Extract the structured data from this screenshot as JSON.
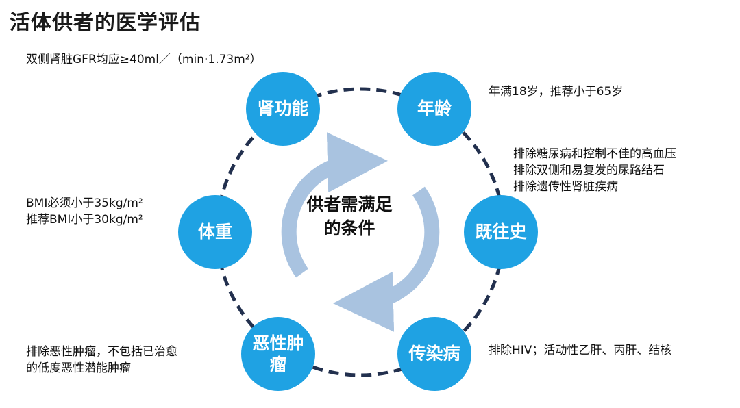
{
  "title": "活体供者的医学评估",
  "center": {
    "line1": "供者需满足",
    "line2": "的条件"
  },
  "colors": {
    "node": "#1fa2e3",
    "dash": "#22304e",
    "arrow": "#a9c3e0"
  },
  "nodes": {
    "kidney": "肾功能",
    "age": "年龄",
    "history": "既往史",
    "infection": "传染病",
    "tumor": "恶性肿瘤",
    "weight": "体重"
  },
  "descriptions": {
    "kidney": [
      "双侧肾脏GFR均应≥40ml／（min·1.73m²）"
    ],
    "age": [
      "年满18岁，推荐小于65岁"
    ],
    "history": [
      "排除糖尿病和控制不佳的高血压",
      "排除双侧和易复发的尿路结石",
      "排除遗传性肾脏疾病"
    ],
    "weight": [
      "BMI必须小于35kg/m²",
      "推荐BMI小于30kg/m²"
    ],
    "tumor": [
      "排除恶性肿瘤，不包括已治愈",
      "的低度恶性潜能肿瘤"
    ],
    "infection": [
      "排除HIV；活动性乙肝、丙肝、结核"
    ]
  }
}
